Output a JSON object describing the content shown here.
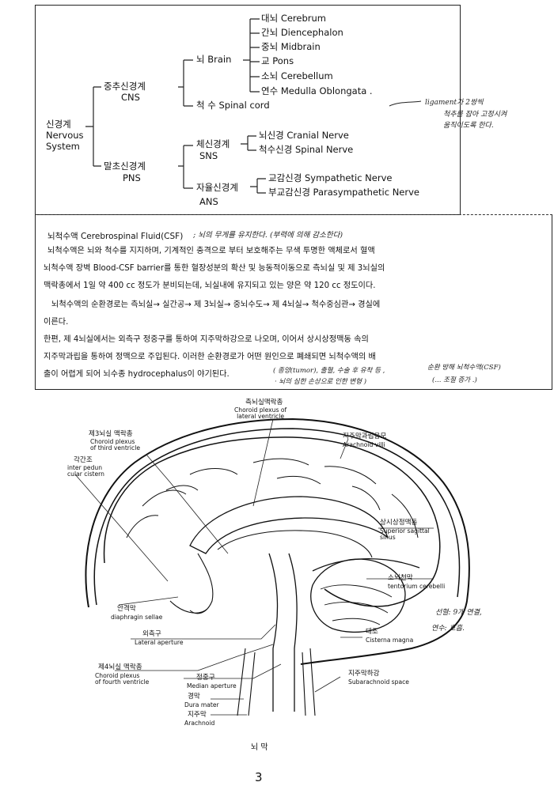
{
  "classification": {
    "root": {
      "ko": "신경계",
      "en1": "Nervous",
      "en2": "System"
    },
    "cns": {
      "ko": "중추신경계",
      "en": "CNS"
    },
    "pns": {
      "ko": "말초신경계",
      "en": "PNS"
    },
    "brain": "뇌 Brain",
    "brain_parts": [
      "대뇌 Cerebrum",
      "간뇌 Diencephalon",
      "중뇌 Midbrain",
      "교 Pons",
      "소뇌 Cerebellum",
      "연수 Medulla Oblongata ."
    ],
    "spinal_cord": "척 수 Spinal cord",
    "sns": {
      "ko": "체신경계",
      "en": "SNS"
    },
    "sns_parts": [
      "뇌신경 Cranial Nerve",
      "척수신경 Spinal Nerve"
    ],
    "ans": {
      "ko": "자율신경계",
      "en": "ANS"
    },
    "ans_parts": [
      "교감신경 Sympathetic Nerve",
      "부교감신경 Parasympathetic Nerve"
    ],
    "handnote": [
      "ligament가 2쌍씩",
      "척추를 잡아 고정시켜",
      "움직이도록 한다."
    ]
  },
  "csf": {
    "title": "뇌척수액 Cerebrospinal Fluid(CSF)",
    "title_hand": "; 뇌의 무게를 유지한다. (부력에 의해 감소한다)",
    "lines": [
      "뇌척수액은 뇌와 척수를 지지하며, 기계적인 충격으로 부터 보호해주는 무색 투명한 액체로서 혈액",
      "뇌척수액 장벽 Blood-CSF barrier를 통한 혈장성분의 확산 및 능동적이동으로 측뇌실 및 제 3뇌실의",
      "맥락총에서 1일 약 400 cc 정도가 분비되는데, 뇌실내에 유지되고 있는 양은 약 120 cc 정도이다.",
      "뇌척수액의 순환경로는 측뇌실→ 실간공→ 제 3뇌실→ 중뇌수도→ 제 4뇌실→ 척수중심관→ 경실에",
      "이른다.",
      "한편, 제 4뇌실에서는 외측구   정중구를 통하여 지주막하강으로 나오며, 이어서 상시상정맥동 속의",
      "지주막과립을 통하여 정맥으로 주입된다. 이러한 순환경로가 어떤 원인으로 폐쇄되면 뇌척수액의 배",
      "출이 어렵게 되어 뇌수종 hydrocephalus이 야기된다."
    ],
    "hand_bottom": [
      "( 종양(tumor), 출혈, 수술 후 유착 등 ,",
      "· 뇌의 심한 손상으로 인한 변형 )"
    ],
    "hand_right": [
      "순환 방해 뇌척수액(CSF)",
      "(... 조절 증가 .)"
    ]
  },
  "diagram": {
    "labels": {
      "choroid_lateral": {
        "ko": "측뇌실맥락총",
        "en": "Choroid plexus of\nlateral ventricle"
      },
      "choroid_third": {
        "ko": "제3뇌실 맥락총",
        "en": "Choroid plexus\nof third ventricle"
      },
      "interpeduncular": {
        "ko": "각간조",
        "en": "inter pedun\ncular cistern"
      },
      "arachnoid_villi": {
        "ko": "지주막과립융모",
        "en": "Arachnoid villi"
      },
      "sup_sagittal": {
        "ko": "상시상정맥동",
        "en": "Superior sagittal\nsinus"
      },
      "tentorium": {
        "ko": "소뇌천막",
        "en": "tentorium cerebelli"
      },
      "diaphragm": {
        "ko": "안격막",
        "en": "diaphragin sellae"
      },
      "lateral_aperture": {
        "ko": "외측구",
        "en": "Lateral aperture"
      },
      "cisterna_magna": {
        "ko": "대조",
        "en": "Cisterna magna"
      },
      "choroid_fourth": {
        "ko": "제4뇌실 맥락총",
        "en": "Choroid plexus\nof fourth ventricle"
      },
      "median_aperture": {
        "ko": "정중구",
        "en": "Median aperture"
      },
      "subarachnoid": {
        "ko": "지주막하강",
        "en": "Subarachnoid space"
      },
      "dura": {
        "ko": "경막",
        "en": "Dura mater"
      },
      "arachnoid": {
        "ko": "지주막",
        "en": "Arachnoid"
      }
    },
    "hand_right": [
      "선혈: 9개 연결,",
      "연수: 호흡."
    ],
    "caption": "뇌 막"
  },
  "page_number": "3"
}
